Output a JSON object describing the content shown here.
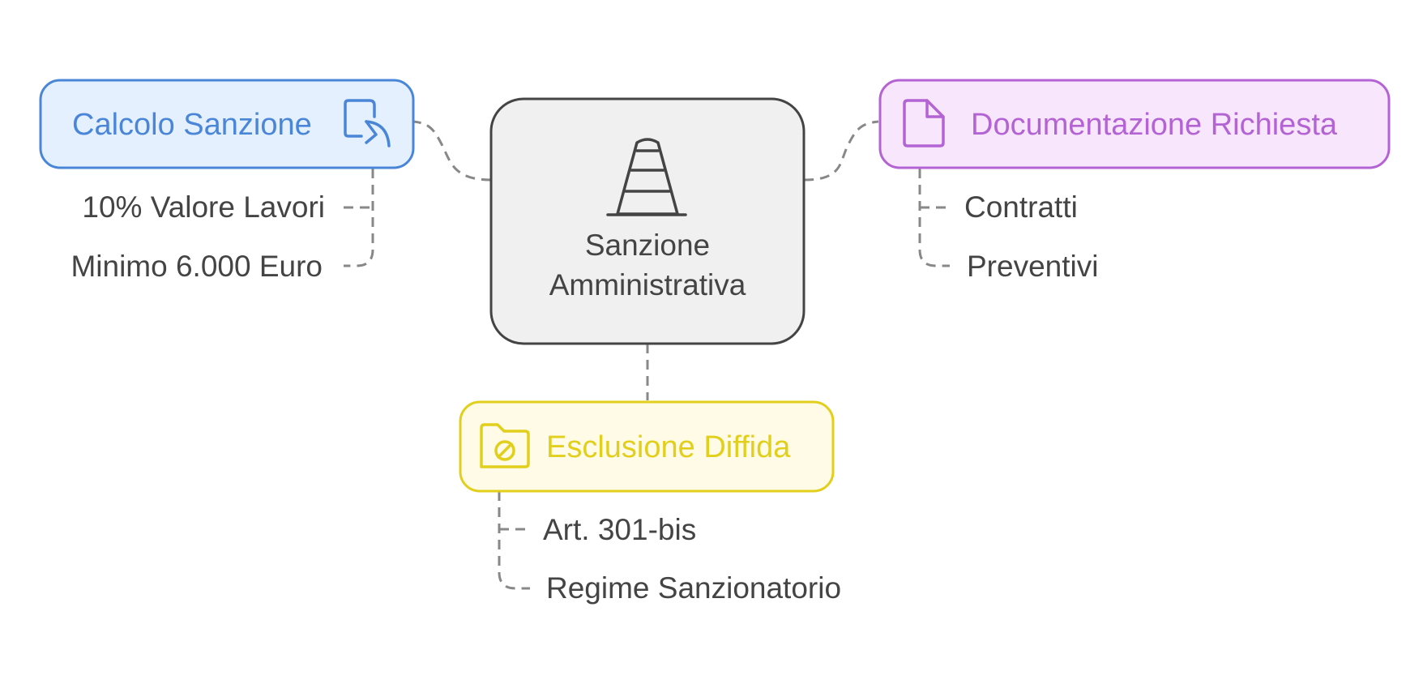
{
  "colors": {
    "center_fill": "#f0f0f0",
    "center_stroke": "#444444",
    "blue_fill": "#e5f0ff",
    "blue_stroke": "#4a86d8",
    "purple_fill": "#f7e6fc",
    "purple_stroke": "#b463d4",
    "yellow_fill": "#fffbe6",
    "yellow_stroke": "#e2cf1c",
    "leaf_text": "#444444",
    "connector": "#888888"
  },
  "center": {
    "line1": "Sanzione",
    "line2": "Amministrativa",
    "icon": "traffic-cone-icon"
  },
  "calcolo": {
    "title": "Calcolo Sanzione",
    "icon": "calculator-document-icon",
    "items": [
      "10% Valore Lavori",
      "Minimo 6.000 Euro"
    ]
  },
  "documentazione": {
    "title": "Documentazione Richiesta",
    "icon": "document-icon",
    "items": [
      "Contratti",
      "Preventivi"
    ]
  },
  "esclusione": {
    "title": "Esclusione Diffida",
    "icon": "folder-blocked-icon",
    "items": [
      "Art. 301-bis",
      "Regime Sanzionatorio"
    ]
  }
}
